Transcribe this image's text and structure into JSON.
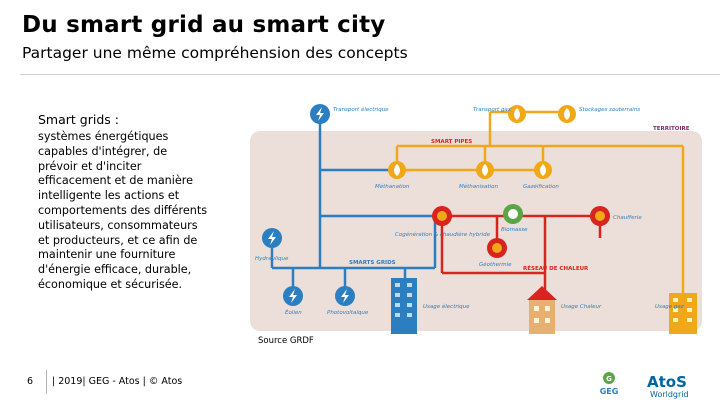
{
  "header": {
    "title": "Du smart grid au smart city",
    "subtitle": "Partager une même compréhension des concepts"
  },
  "text": {
    "heading": "Smart grids :",
    "body": "systèmes énergétiques capables d'intégrer, de prévoir et d'inciter efficacement et de manière intelligente les actions et comportements des différents utilisateurs, consommateurs et producteurs, et ce afin de maintenir une fourniture d'énergie efficace, durable, économique et sécurisée."
  },
  "diagram": {
    "labels": {
      "transport_electrique": "Transport électrique",
      "transport_gaz": "Transport gaz",
      "stockages": "Stockages souterrains",
      "territoire": "TERRITOIRE",
      "smart_pipes": "SMART PIPES",
      "methanation": "Méthanation",
      "methanisation": "Méthanisation",
      "gazeification": "Gazéification",
      "cogeneration": "Cogénération & chaudière hybride",
      "biomasse": "Biomasse",
      "chaufferie": "Chaufferie",
      "hydraulique": "Hydraulique",
      "smarts_grids": "SMARTS GRIDS",
      "geothermie": "Géothermie",
      "reseau_chaleur": "RÉSEAU DE CHALEUR",
      "eolien": "Éolien",
      "photovoltaique": "Photovoltaïque",
      "usage_electrique": "Usage électrique",
      "usage_chaleur": "Usage Chaleur",
      "usage_gaz": "Usage gaz"
    },
    "colors": {
      "electric": "#2b7fc0",
      "gas": "#f0a818",
      "heat": "#d8231f",
      "biomass": "#5aa646",
      "territory": "#ecdfd9"
    }
  },
  "source": "Source GRDF",
  "footer": {
    "page_number": "6",
    "text": "| 2019| GEG - Atos | © Atos"
  },
  "logos": {
    "geg": "GEG",
    "atos": "AtoS",
    "atos_sub": "Worldgrid"
  }
}
